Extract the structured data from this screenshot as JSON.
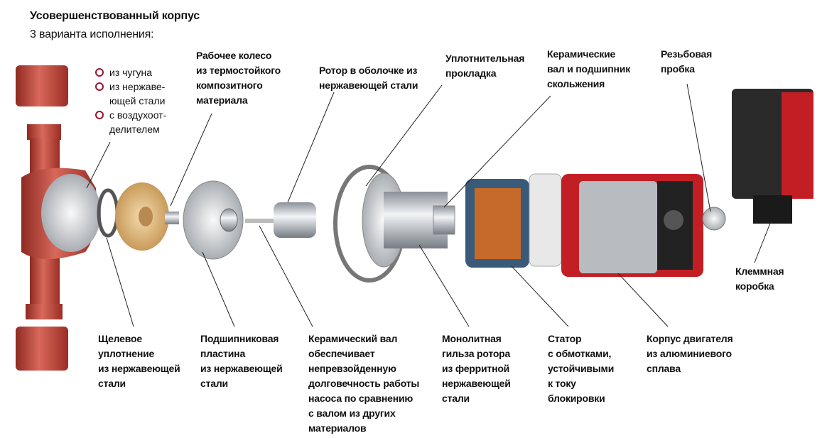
{
  "header": {
    "title": "Усовершенствованный корпус",
    "subtitle": "3 варианта исполнения:"
  },
  "variants": [
    "из чугуна",
    "из нержаве-",
    "ющей стали",
    "с воздухоот-",
    "делителем"
  ],
  "top_labels": {
    "impeller": [
      "Рабочее колесо",
      "из термостойкого",
      "композитного",
      "материала"
    ],
    "rotor": [
      "Ротор в оболочке из",
      "нержавеющей стали"
    ],
    "gasket": [
      "Уплотнительная",
      "прокладка"
    ],
    "bearing": [
      "Керамические",
      "вал и подшипник",
      "скольжения"
    ],
    "plug": [
      "Резьбовая",
      "пробка"
    ],
    "terminal": [
      "Клеммная",
      "коробка"
    ]
  },
  "bottom_labels": {
    "seal": [
      "Щелевое",
      "уплотнение",
      "из нержавеющей",
      "стали"
    ],
    "plate": [
      "Подшипниковая",
      "пластина",
      "из нержавеющей",
      "стали"
    ],
    "shaft": [
      "Керамический вал",
      "обеспечивает",
      "непревзойденную",
      "долговечность работы",
      "насоса по сравнению",
      "с валом из других",
      "материалов"
    ],
    "sleeve": [
      "Монолитная",
      "гильза ротора",
      "из ферритной",
      "нержавеющей",
      "стали"
    ],
    "stator": [
      "Статор",
      "с обмотками,",
      "устойчивыми",
      "к току",
      "блокировки"
    ],
    "motor": [
      "Корпус двигателя",
      "из алюминиевого",
      "сплава"
    ]
  },
  "colors": {
    "pump_red": "#c8392f",
    "bullet": "#9a1430",
    "leader": "#222222"
  }
}
